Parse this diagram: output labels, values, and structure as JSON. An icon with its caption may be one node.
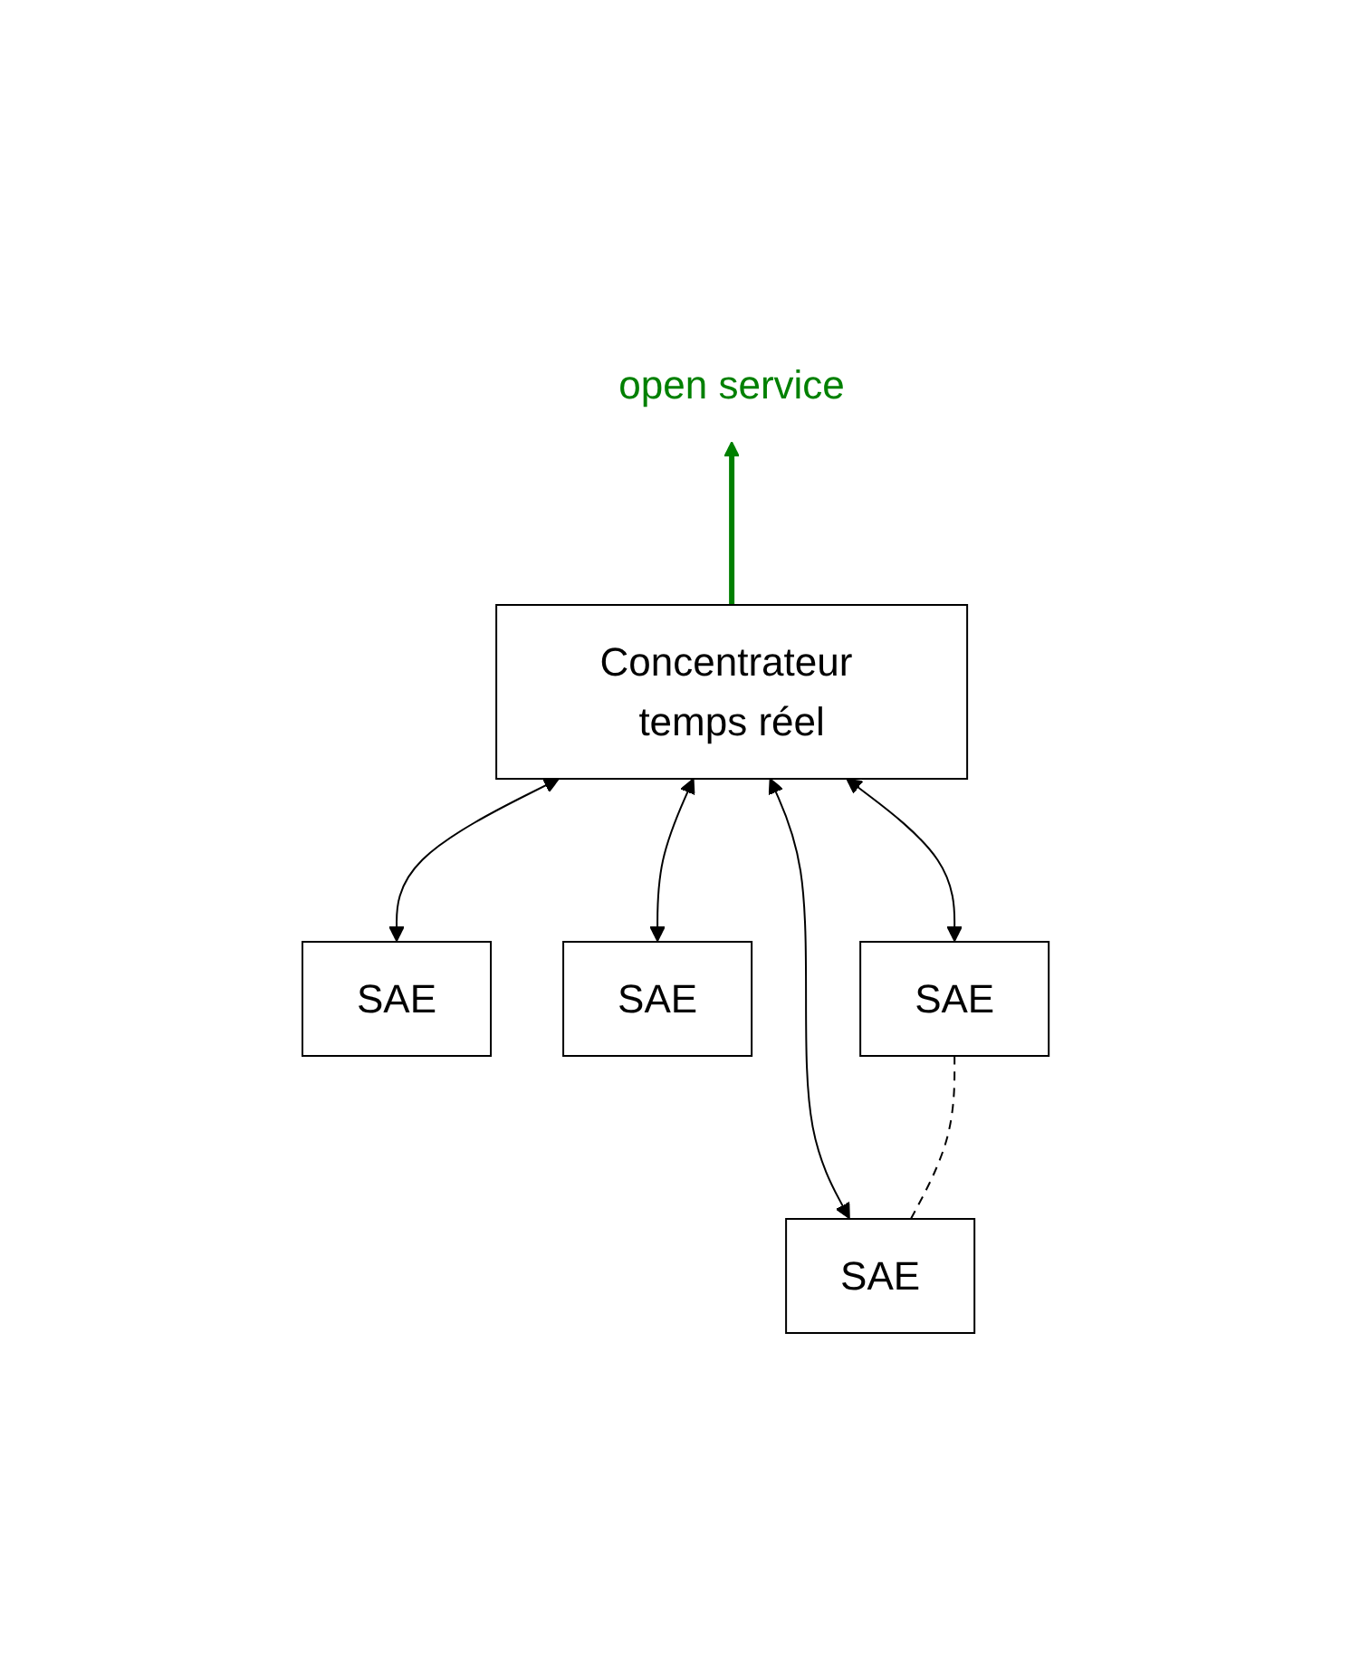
{
  "diagram": {
    "nodes": [
      {
        "text": [
          "Concentrateur temps réel"
        ]
      },
      {
        "text": [
          "SAE"
        ]
      },
      {
        "text": [
          "SAE"
        ]
      },
      {
        "text": [
          "SAE"
        ]
      },
      {
        "text": [
          "SAE"
        ]
      },
      {
        "text": [
          "open service"
        ]
      }
    ],
    "edges": [
      {
        "from": 1,
        "to": 0,
        "arrow": "both"
      },
      {
        "from": 2,
        "to": 0,
        "arrow": "both"
      },
      {
        "from": 3,
        "to": 0,
        "arrow": "both"
      },
      {
        "from": 4,
        "to": 0,
        "arrow": "both"
      },
      {
        "from": 3,
        "to": 4,
        "arrow": "none",
        "style": "dashed"
      },
      {
        "from": 0,
        "to": 5,
        "arrow": "to",
        "style": "thick",
        "color": "#008000"
      }
    ]
  }
}
